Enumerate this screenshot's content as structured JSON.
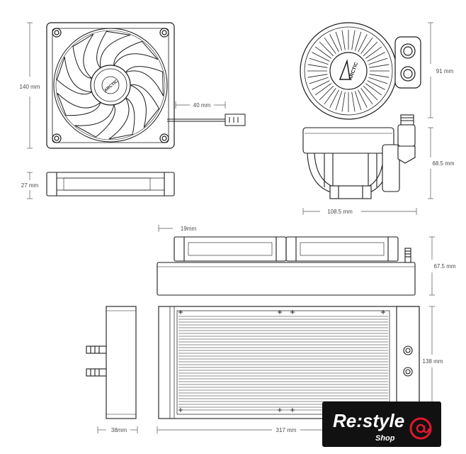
{
  "dimensions": {
    "fan_height": "140 mm",
    "cable_length": "40 mm",
    "fan_thickness": "27 mm",
    "pump_diameter": "91 mm",
    "pump_height": "68.5 mm",
    "pump_width": "108.5 mm",
    "fan_offset": "19mm",
    "radiator_assembly_height": "67.5 mm",
    "radiator_width": "138 mm",
    "radiator_depth": "38mm",
    "radiator_length": "317 mm"
  },
  "pump_brand": "ARCTIC",
  "fan_hub_brand": "ARCTIC",
  "watermark": {
    "name": "Re:style",
    "sub": "Shop",
    "colors": {
      "bg": "#111111",
      "text": "#ffffff",
      "accent": "#e0182d"
    }
  },
  "colors": {
    "line": "#1a1a1a",
    "dim": "#555555"
  }
}
